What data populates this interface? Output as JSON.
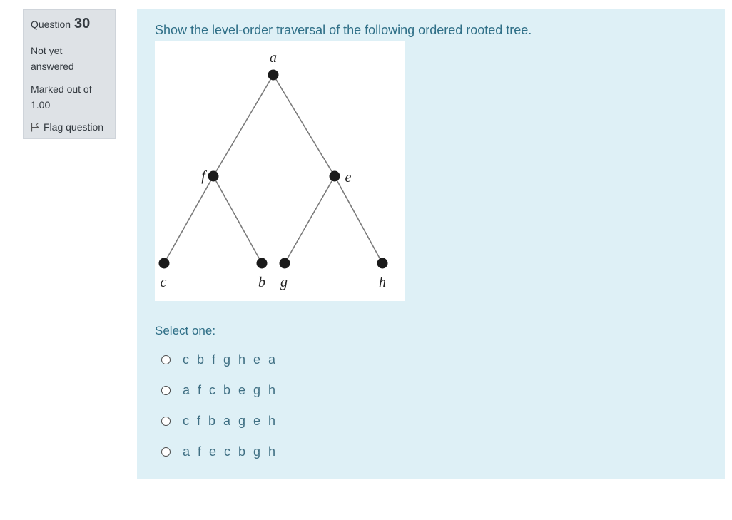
{
  "info": {
    "question_label": "Question",
    "question_number": "30",
    "state_line1": "Not yet",
    "state_line2": "answered",
    "grade_line1": "Marked out of",
    "grade_line2": "1.00",
    "flag_label": "Flag question",
    "flag_icon": "flag-icon"
  },
  "question": {
    "text": "Show the level-order traversal of the following ordered rooted tree.",
    "tree": {
      "nodes": [
        "a",
        "f",
        "e",
        "c",
        "b",
        "g",
        "h"
      ],
      "edges": [
        [
          "a",
          "f"
        ],
        [
          "a",
          "e"
        ],
        [
          "f",
          "c"
        ],
        [
          "f",
          "b"
        ],
        [
          "e",
          "g"
        ],
        [
          "e",
          "h"
        ]
      ]
    },
    "prompt": "Select one:",
    "options": [
      {
        "label": "c b f g h e a",
        "selected": false
      },
      {
        "label": "a f c b e g h",
        "selected": false
      },
      {
        "label": "c f b a g e h",
        "selected": false
      },
      {
        "label": "a f e c b g h",
        "selected": false
      }
    ]
  },
  "colors": {
    "content_bg": "#def0f6",
    "info_bg": "#dee2e6",
    "question_text": "#2f6f87"
  }
}
